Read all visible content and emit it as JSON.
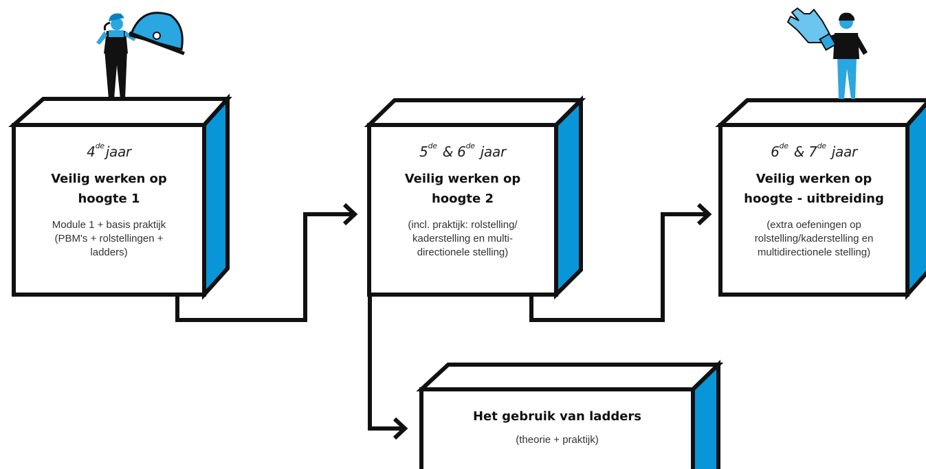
{
  "colors": {
    "accent": "#0896d8",
    "outline": "#111111"
  },
  "boxes": [
    {
      "year_num": "4",
      "year_sup": "de",
      "year_suffix": "jaar",
      "title_l1": "Veilig werken op",
      "title_l2": "hoogte 1",
      "desc": [
        "Module 1 + basis praktijk",
        "(PBM's + rolstellingen +",
        "ladders)"
      ]
    },
    {
      "year_a": "5",
      "year_b": "6",
      "year_sup": "de",
      "amp": "&",
      "year_suffix": "jaar",
      "title_l1": "Veilig werken op",
      "title_l2": "hoogte 2",
      "desc": [
        "(incl. praktijk: rolstelling/",
        "kaderstelling en multi-",
        "directionele stelling)"
      ]
    },
    {
      "year_a": "6",
      "year_b": "7",
      "year_sup": "de",
      "amp": "&",
      "year_suffix": "jaar",
      "title_l1": "Veilig werken op",
      "title_l2": "hoogte - uitbreiding",
      "desc": [
        "(extra oefeningen op",
        "rolstelling/kaderstelling en",
        "multidirectionele stelling)"
      ]
    },
    {
      "title_l1": "Het gebruik van ladders",
      "desc": [
        "(theorie + praktijk)"
      ]
    }
  ],
  "icons": [
    "worker-with-helmet-icon",
    "worker-with-glove-icon"
  ]
}
